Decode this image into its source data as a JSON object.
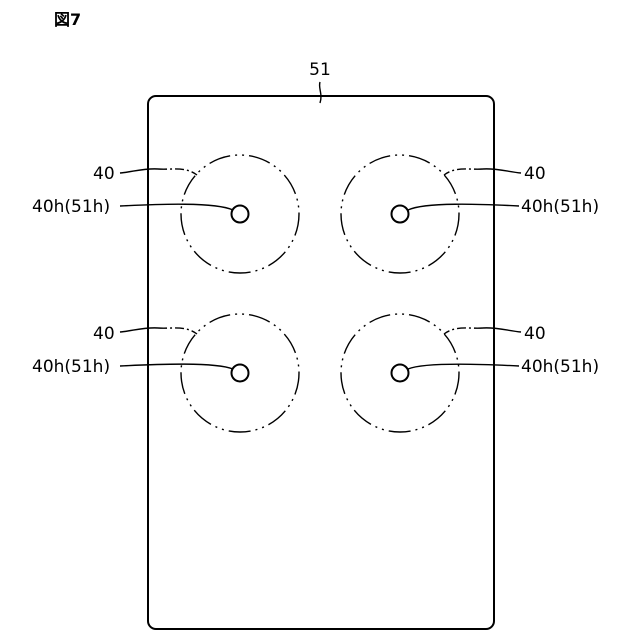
{
  "figure_label": "図7",
  "plate": {
    "label": "51"
  },
  "units": [
    {
      "unit_label": "40",
      "hole_label": "40h(51h)"
    },
    {
      "unit_label": "40",
      "hole_label": "40h(51h)"
    },
    {
      "unit_label": "40",
      "hole_label": "40h(51h)"
    },
    {
      "unit_label": "40",
      "hole_label": "40h(51h)"
    }
  ]
}
